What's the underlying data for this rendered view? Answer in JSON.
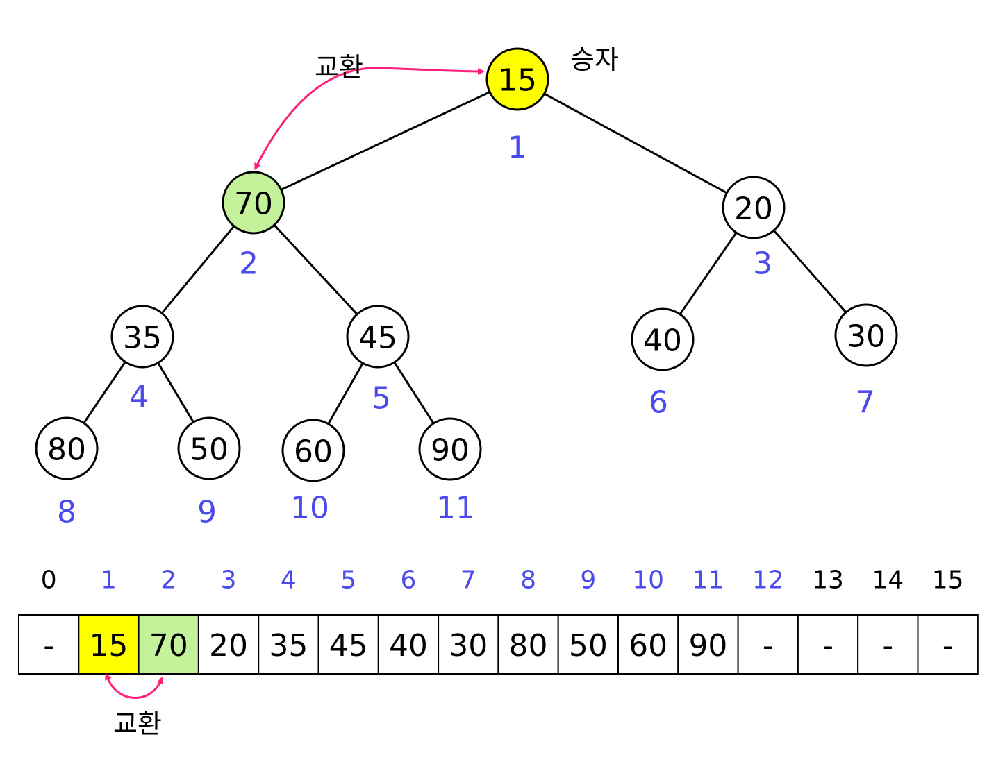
{
  "colors": {
    "winner": "#ffff00",
    "swapped": "#c3f29b",
    "normal": "#ffffff",
    "index_highlight": "#4a4aee",
    "index_normal": "#000000",
    "arrow": "#ff1f7a"
  },
  "labels": {
    "winner": "승자",
    "swap_tree": "교환",
    "swap_array": "교환"
  },
  "tree": {
    "nodes": [
      {
        "index": 1,
        "value": "15",
        "highlight": "winner"
      },
      {
        "index": 2,
        "value": "70",
        "highlight": "swapped"
      },
      {
        "index": 3,
        "value": "20",
        "highlight": "none"
      },
      {
        "index": 4,
        "value": "35",
        "highlight": "none"
      },
      {
        "index": 5,
        "value": "45",
        "highlight": "none"
      },
      {
        "index": 6,
        "value": "40",
        "highlight": "none"
      },
      {
        "index": 7,
        "value": "30",
        "highlight": "none"
      },
      {
        "index": 8,
        "value": "80",
        "highlight": "none"
      },
      {
        "index": 9,
        "value": "50",
        "highlight": "none"
      },
      {
        "index": 10,
        "value": "60",
        "highlight": "none"
      },
      {
        "index": 11,
        "value": "90",
        "highlight": "none"
      }
    ]
  },
  "array": {
    "cells": [
      {
        "index": "0",
        "value": "-",
        "highlight": "none",
        "index_color": "normal"
      },
      {
        "index": "1",
        "value": "15",
        "highlight": "winner",
        "index_color": "highlight"
      },
      {
        "index": "2",
        "value": "70",
        "highlight": "swapped",
        "index_color": "highlight"
      },
      {
        "index": "3",
        "value": "20",
        "highlight": "none",
        "index_color": "highlight"
      },
      {
        "index": "4",
        "value": "35",
        "highlight": "none",
        "index_color": "highlight"
      },
      {
        "index": "5",
        "value": "45",
        "highlight": "none",
        "index_color": "highlight"
      },
      {
        "index": "6",
        "value": "40",
        "highlight": "none",
        "index_color": "highlight"
      },
      {
        "index": "7",
        "value": "30",
        "highlight": "none",
        "index_color": "highlight"
      },
      {
        "index": "8",
        "value": "80",
        "highlight": "none",
        "index_color": "highlight"
      },
      {
        "index": "9",
        "value": "50",
        "highlight": "none",
        "index_color": "highlight"
      },
      {
        "index": "10",
        "value": "60",
        "highlight": "none",
        "index_color": "highlight"
      },
      {
        "index": "11",
        "value": "90",
        "highlight": "none",
        "index_color": "highlight"
      },
      {
        "index": "12",
        "value": "-",
        "highlight": "none",
        "index_color": "highlight"
      },
      {
        "index": "13",
        "value": "-",
        "highlight": "none",
        "index_color": "normal"
      },
      {
        "index": "14",
        "value": "-",
        "highlight": "none",
        "index_color": "normal"
      },
      {
        "index": "15",
        "value": "-",
        "highlight": "none",
        "index_color": "normal"
      }
    ]
  }
}
